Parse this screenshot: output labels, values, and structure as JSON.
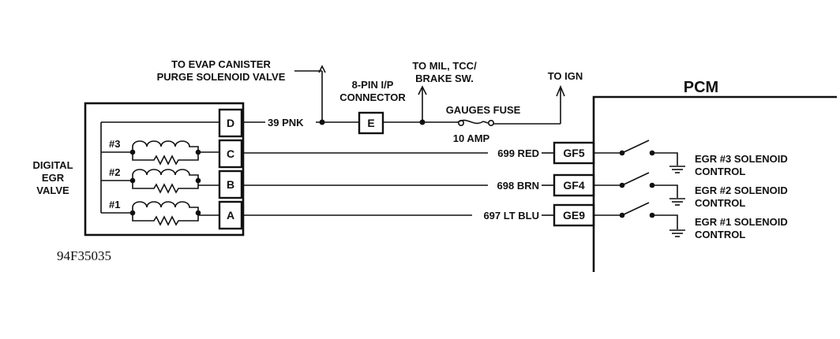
{
  "labels": {
    "evap": [
      "TO EVAP CANISTER",
      "PURGE SOLENOID VALVE"
    ],
    "mil": [
      "TO MIL, TCC/",
      "BRAKE SW."
    ],
    "connector": [
      "8-PIN I/P",
      "CONNECTOR"
    ],
    "ign": "TO IGN",
    "gauges_fuse": "GAUGES FUSE",
    "amp": "10 AMP",
    "pcm": "PCM",
    "egr_valve": [
      "DIGITAL",
      "EGR",
      "VALVE"
    ],
    "figure_id": "94F35035"
  },
  "valve_pins": [
    "D",
    "C",
    "B",
    "A"
  ],
  "solenoids": [
    "#3",
    "#2",
    "#1"
  ],
  "connector_pin": "E",
  "wires": [
    {
      "circuit": "39 PNK"
    },
    {
      "circuit": "699 RED",
      "terminal": "GF5",
      "control": [
        "EGR #3 SOLENOID",
        "CONTROL"
      ]
    },
    {
      "circuit": "698 BRN",
      "terminal": "GF4",
      "control": [
        "EGR #2 SOLENOID",
        "CONTROL"
      ]
    },
    {
      "circuit": "697 LT BLU",
      "terminal": "GE9",
      "control": [
        "EGR #1 SOLENOID",
        "CONTROL"
      ]
    }
  ]
}
